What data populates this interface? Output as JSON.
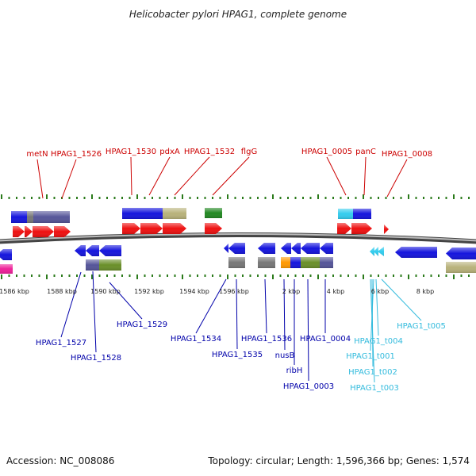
{
  "title": "Helicobacter pylori HPAG1, complete genome",
  "footer": {
    "accession": "Accession: NC_008086",
    "summary": "Topology: circular; Length: 1,596,366 bp; Genes: 1,574"
  },
  "colors": {
    "top_label": "#cc0000",
    "bottom_label": "#0000aa",
    "trna_label": "#33bbdd",
    "tick": "#2a7a1a",
    "backbone": "#666666",
    "cds_red": "#ee1111",
    "gene_blue": "#1515dd",
    "trna_cyan": "#33ccee",
    "purple": "#555599",
    "khaki": "#b8b27a",
    "green": "#228822",
    "gray": "#777777",
    "orange": "#ff9900",
    "magenta": "#ee2299"
  },
  "scale_labels": [
    "1586 kbp",
    "1588 kbp",
    "1590 kbp",
    "1592 kbp",
    "1594 kbp",
    "1596 kbp",
    "2 kbp",
    "4 kbp",
    "6 kbp",
    "8 kbp"
  ],
  "top_labels": [
    "metN",
    "HPAG1_1526",
    "HPAG1_1530",
    "pdxA",
    "HPAG1_1532",
    "flgG",
    "HPAG1_0005",
    "panC",
    "HPAG1_0008"
  ],
  "bottom_labels": [
    "HPAG1_1527",
    "HPAG1_1528",
    "HPAG1_1529",
    "HPAG1_1534",
    "HPAG1_1535",
    "HPAG1_1536",
    "nusB",
    "ribH",
    "HPAG1_0003",
    "HPAG1_0004"
  ],
  "trna_labels": [
    "HPAG1_t005",
    "HPAG1_t004",
    "HPAG1_t001",
    "HPAG1_t002",
    "HPAG1_t003"
  ]
}
